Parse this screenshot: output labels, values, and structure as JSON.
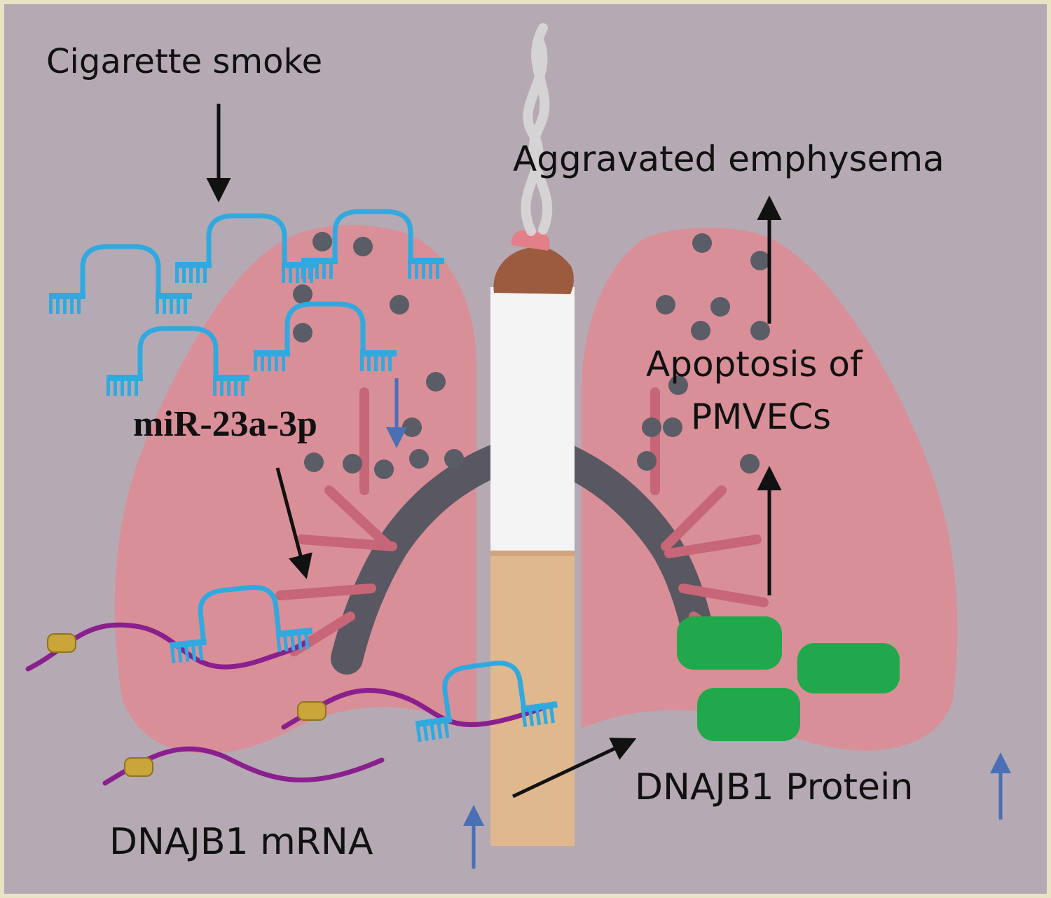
{
  "labels": {
    "cigarette_smoke": "Cigarette smoke",
    "aggravated_emphysema": "Aggravated emphysema",
    "apoptosis_line1": "Apoptosis of",
    "apoptosis_line2": "PMVECs",
    "mirna": "miR-23a-3p",
    "mrna": "DNAJB1 mRNA",
    "protein": "DNAJB1 Protein"
  },
  "colors": {
    "background": "#b5aab3",
    "lung": "#dd8c95",
    "airway": "#585762",
    "mirna": "#31a9df",
    "mrna_strand": "#8a1f8e",
    "cap": "#c9a53a",
    "protein": "#21a84c",
    "change_arrow": "#4a6fb5",
    "flow_arrow": "#111111"
  },
  "regulation": {
    "mirna": "down",
    "mrna": "up",
    "protein": "up"
  }
}
